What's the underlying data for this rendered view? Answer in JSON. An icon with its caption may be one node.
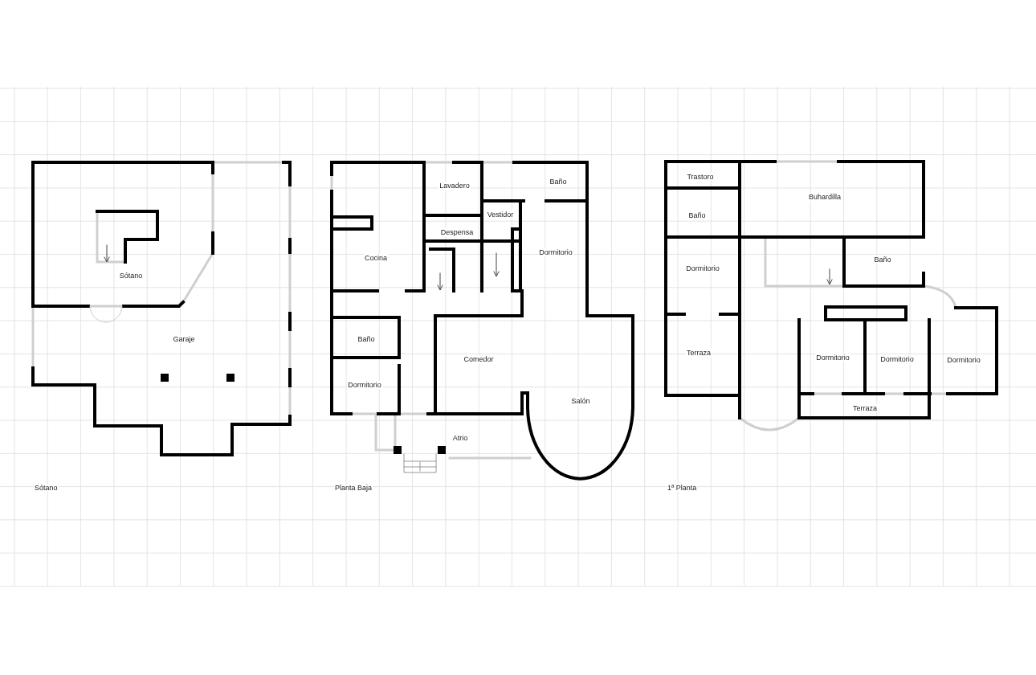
{
  "diagram": {
    "labels": [
      "Sótano",
      "Garaje",
      "Sótano",
      "Lavadero",
      "Baño",
      "Vestidor",
      "Despensa",
      "Cocina",
      "Dormitorio",
      "Baño",
      "Comedor",
      "Dormitorio",
      "Salón",
      "Atrio",
      "Planta Baja",
      "Trastoro",
      "Buhardilla",
      "Baño",
      "Dormitorio",
      "Baño",
      "Terraza",
      "Dormitorio",
      "Dormitorio",
      "Dormitorio",
      "Terraza",
      "1ª Planta"
    ]
  }
}
